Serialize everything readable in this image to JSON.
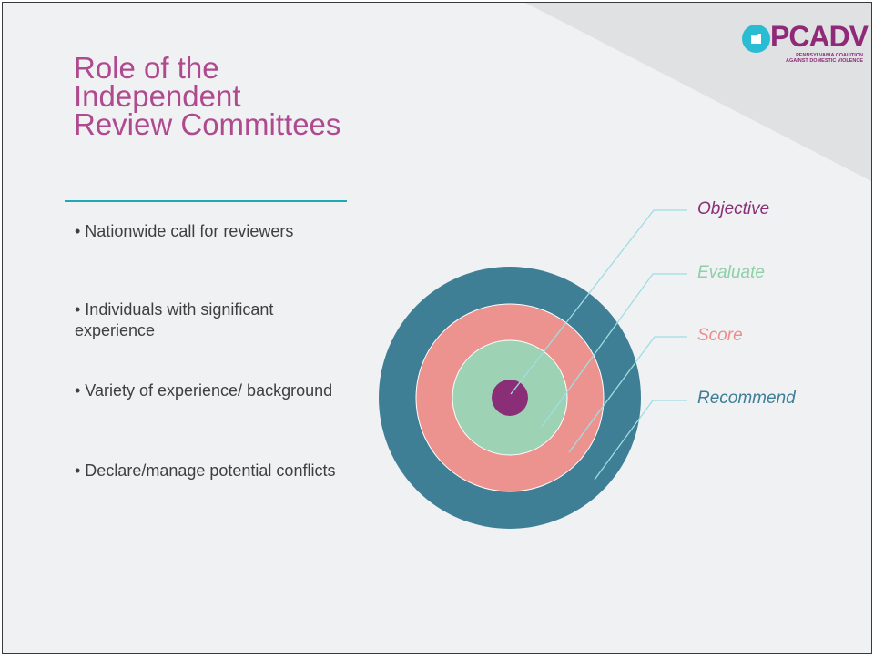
{
  "title": "Role of the Independent Review Committees",
  "bullets": [
    "• Nationwide call for reviewers",
    "• Individuals with significant experience",
    "• Variety of experience/ background",
    "• Declare/manage potential conflicts"
  ],
  "logo": {
    "wordmark": "PCADV",
    "tagline_line1": "PENNSYLVANIA COALITION",
    "tagline_line2": "AGAINST DOMESTIC VIOLENCE"
  },
  "diagram": {
    "rings": [
      {
        "name": "Recommend",
        "color": "#3f7f96"
      },
      {
        "name": "Score",
        "color": "#ec938f"
      },
      {
        "name": "Evaluate",
        "color": "#9dd2b4"
      },
      {
        "name": "Objective",
        "color": "#8a2f77"
      }
    ],
    "labels": [
      {
        "text": "Objective",
        "color": "#8a2f77"
      },
      {
        "text": "Evaluate",
        "color": "#8fcfa9"
      },
      {
        "text": "Score",
        "color": "#ec8e89"
      },
      {
        "text": "Recommend",
        "color": "#3f7f96"
      }
    ],
    "leader_color": "#9fdde3"
  },
  "colors": {
    "title": "#b04a8f",
    "title_rule": "#1fa9b7",
    "background": "#eff1f3",
    "corner": "#dfe1e3"
  }
}
